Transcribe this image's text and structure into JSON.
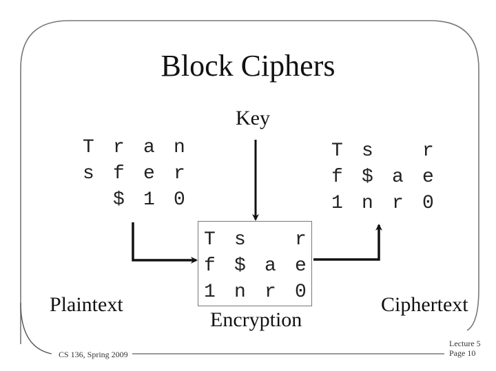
{
  "slide": {
    "title": "Block Ciphers",
    "key_label": "Key",
    "plaintext_label": "Plaintext",
    "ciphertext_label": "Ciphertext",
    "encryption_label": "Encryption",
    "plaintext_grid": [
      [
        "T",
        "r",
        "a",
        "n"
      ],
      [
        "s",
        "f",
        "e",
        "r"
      ],
      [
        "",
        "$",
        "1",
        "0"
      ]
    ],
    "encryption_grid": [
      [
        "T",
        "s",
        "",
        "r"
      ],
      [
        "f",
        "$",
        "a",
        "e"
      ],
      [
        "1",
        "n",
        "r",
        "0"
      ]
    ],
    "ciphertext_grid": [
      [
        "T",
        "s",
        "",
        "r"
      ],
      [
        "f",
        "$",
        "a",
        "e"
      ],
      [
        "1",
        "n",
        "r",
        "0"
      ]
    ]
  },
  "footer": {
    "course": "CS 136, Spring 2009",
    "lecture": "Lecture 5",
    "page": "Page 10"
  }
}
